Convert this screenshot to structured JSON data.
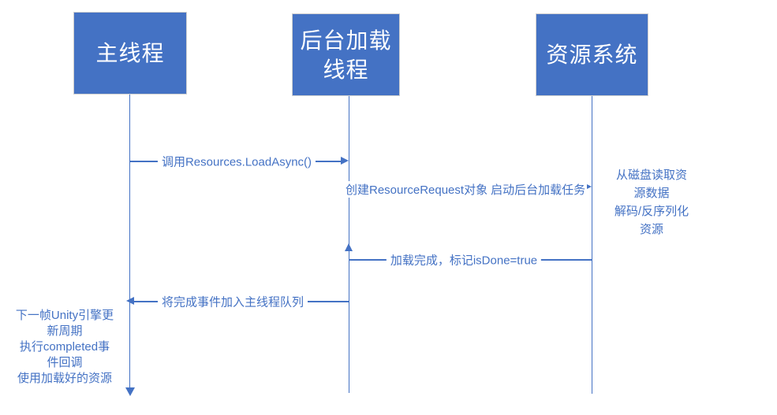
{
  "colors": {
    "accent": "#4472C4",
    "box_fill": "#4472C4",
    "box_border": "#cfcfcf",
    "box_text": "#ffffff",
    "background": "#ffffff"
  },
  "diagram": {
    "type": "sequence-diagram",
    "actors": [
      {
        "id": "main-thread",
        "label": "主线程"
      },
      {
        "id": "background-load-thread",
        "label": "后台加载线程"
      },
      {
        "id": "resource-system",
        "label": "资源系统"
      }
    ],
    "messages": {
      "call_load_async": "调用Resources.LoadAsync()",
      "create_request": "创建ResourceRequest对象",
      "start_background_task": "启动后台加载任务",
      "load_complete": "加载完成，标记isDone=true",
      "enqueue_event": "将完成事件加入主线程队列"
    },
    "notes": {
      "resource_system": {
        "lines": [
          "从磁盘读取资",
          "源数据",
          "解码/反序列化",
          "资源"
        ]
      },
      "main_thread": {
        "lines": [
          "下一帧Unity引擎更",
          "新周期",
          "执行completed事",
          "件回调",
          "使用加载好的资源"
        ]
      }
    }
  }
}
